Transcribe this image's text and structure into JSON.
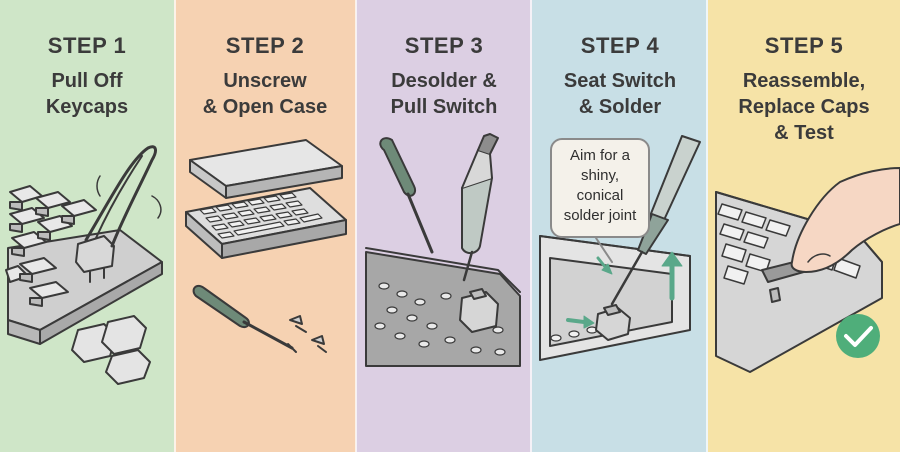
{
  "steps": [
    {
      "step": "STEP 1",
      "title_lines": [
        "Pull Off",
        "Keycaps"
      ]
    },
    {
      "step": "STEP 2",
      "title_lines": [
        "Unscrew",
        "& Open Case"
      ]
    },
    {
      "step": "STEP 3",
      "title_lines": [
        "Desolder &",
        "Pull Switch"
      ]
    },
    {
      "step": "STEP 4",
      "title_lines": [
        "Seat Switch",
        "& Solder"
      ]
    },
    {
      "step": "STEP 5",
      "title_lines": [
        "Reassemble,",
        "Replace Caps",
        "& Test"
      ]
    }
  ],
  "callout": {
    "lines": [
      "Aim for a",
      "shiny,",
      "conical",
      "solder joint"
    ]
  },
  "colors": {
    "step1_bg": "#cfe6c8",
    "step2_bg": "#f6d2b2",
    "step3_bg": "#dccfe3",
    "step4_bg": "#c8dfe6",
    "step5_bg": "#f6e3a7",
    "accent_green": "#5aa88a",
    "check_green": "#4fae7a"
  },
  "icons": [
    "keycap-puller-icon",
    "keyboard-case-icon",
    "screwdriver-icon",
    "desoldering-pump-icon",
    "soldering-iron-icon",
    "checkmark-icon"
  ]
}
